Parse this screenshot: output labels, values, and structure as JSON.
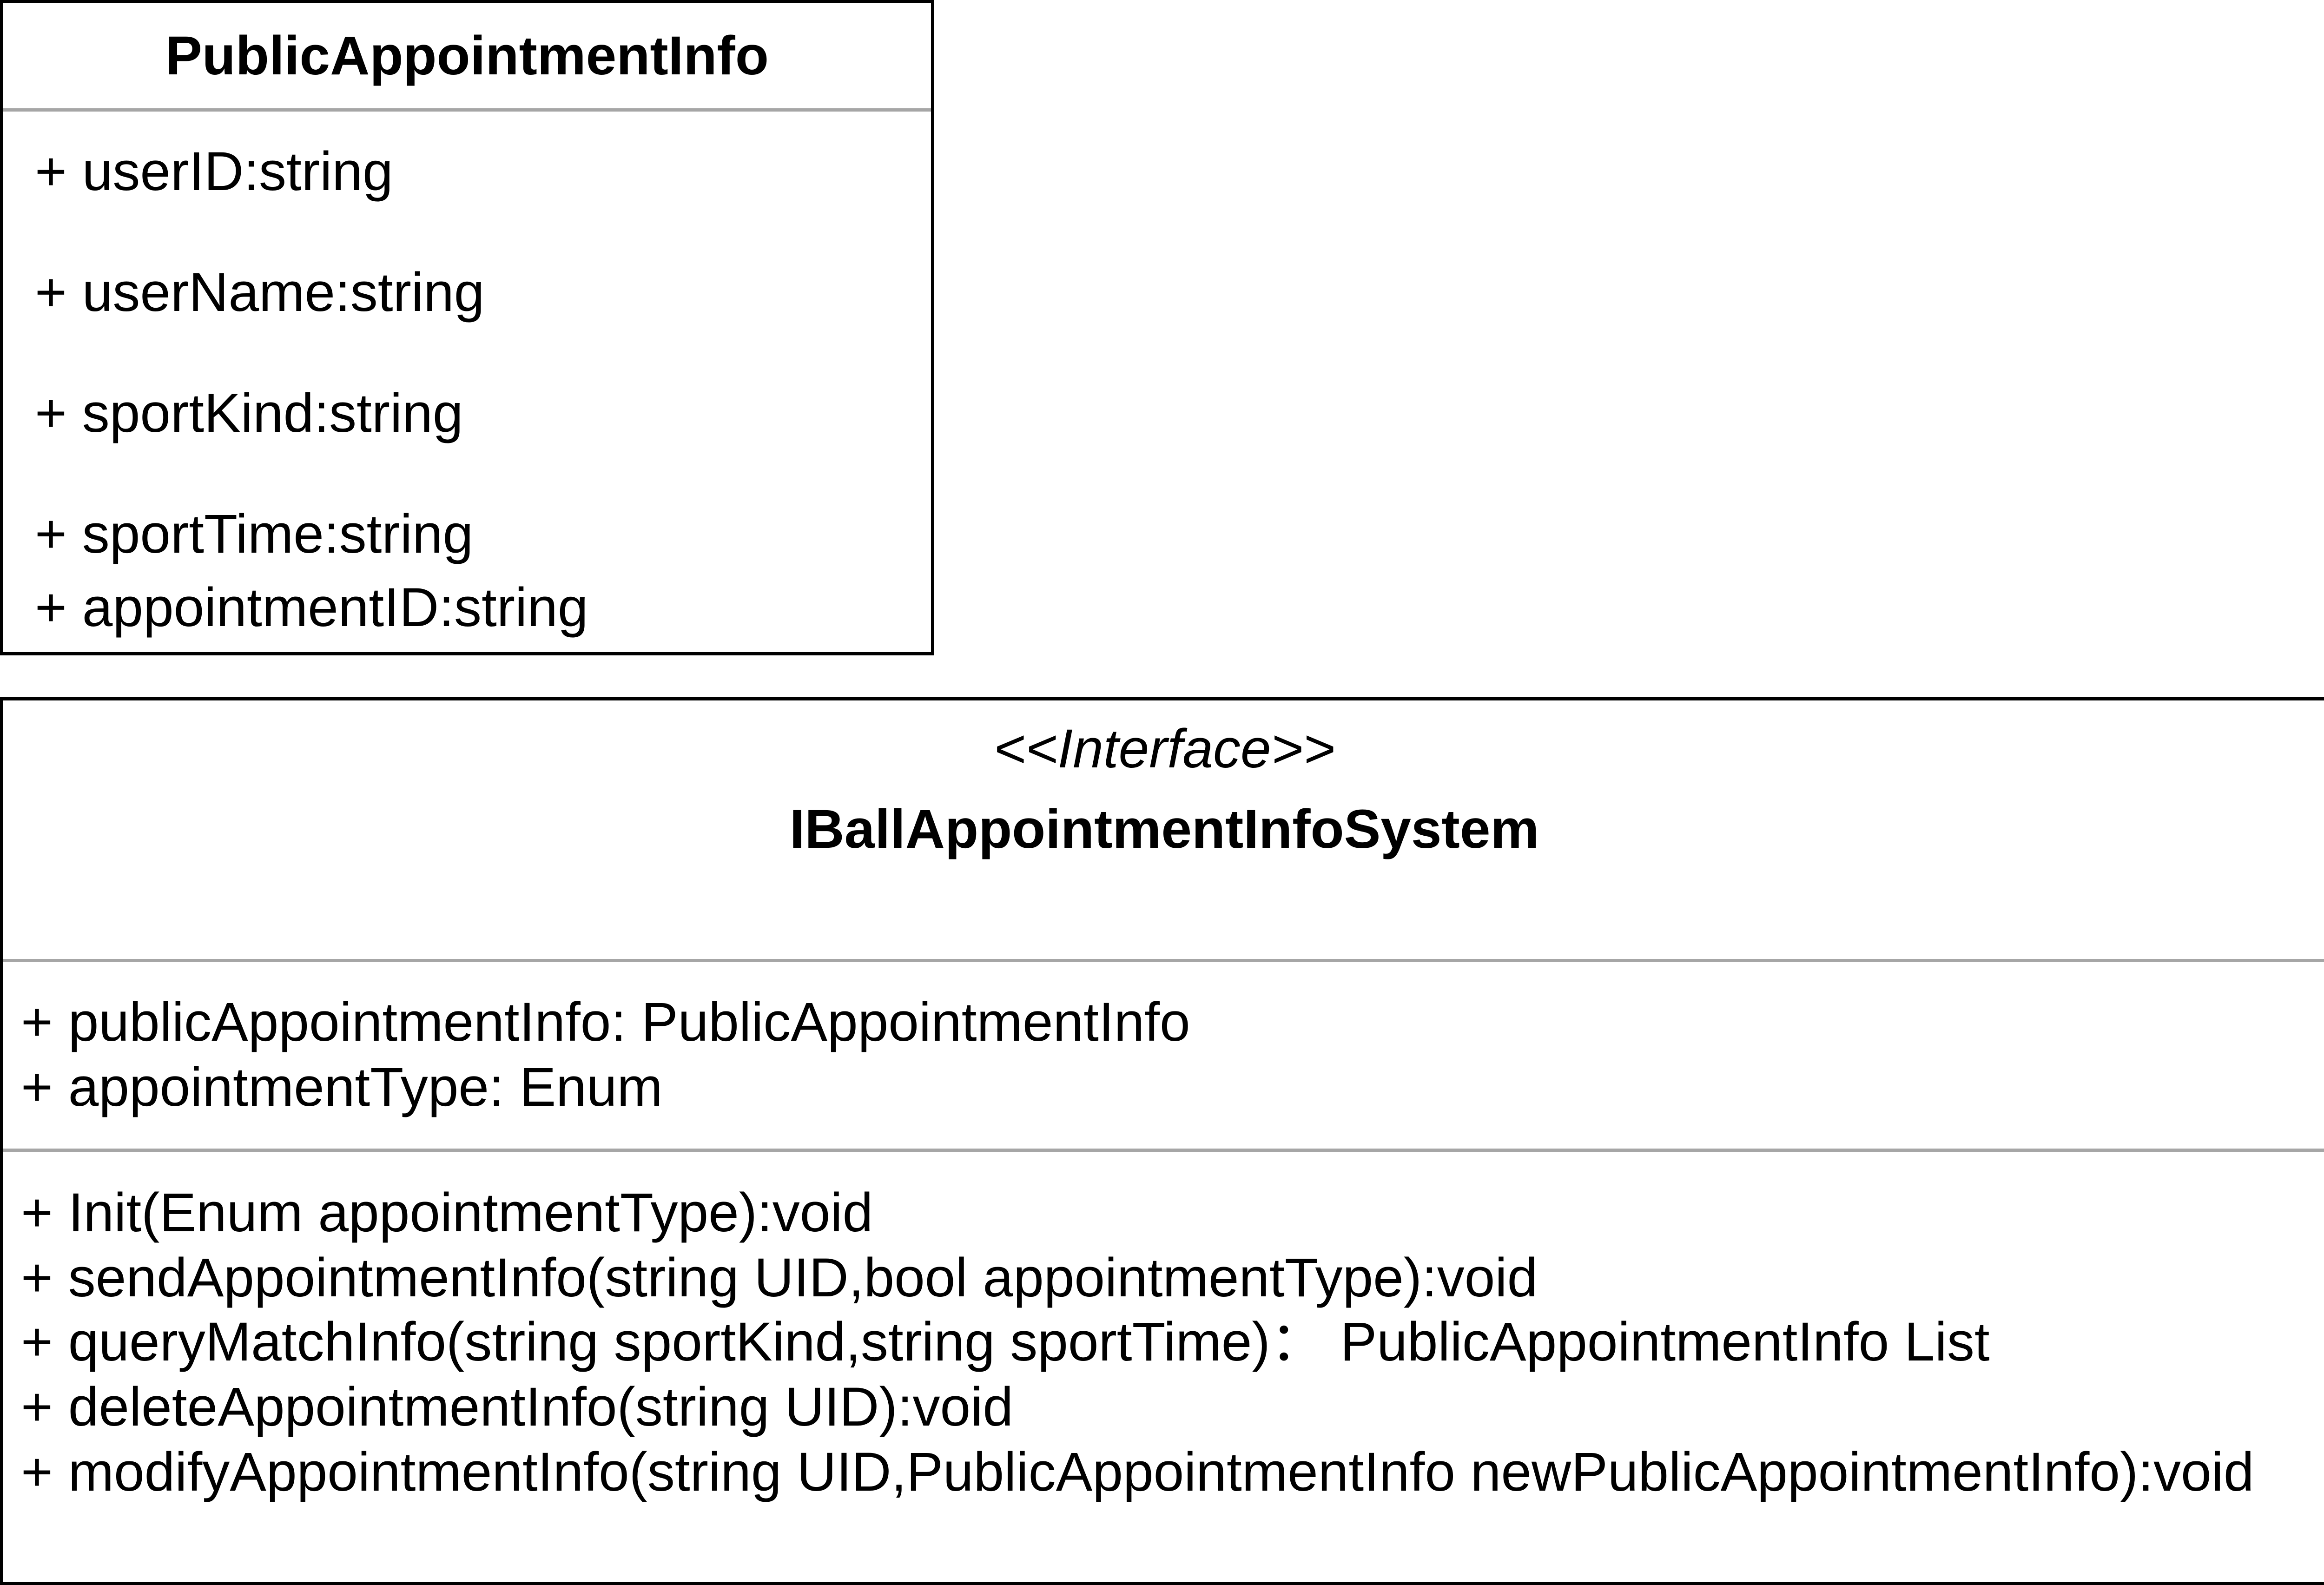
{
  "class_box": {
    "title": "PublicAppointmentInfo",
    "attributes": [
      "+ userID:string",
      "+ userName:string",
      "+ sportKind:string",
      "+ sportTime:string",
      "+ appointmentID:string"
    ]
  },
  "interface_box": {
    "stereotype": "<<Interface>>",
    "title": "IBallAppointmentInfoSystem",
    "attributes": [
      "+ publicAppointmentInfo: PublicAppointmentInfo",
      "+ appointmentType: Enum"
    ],
    "methods": [
      "+ Init(Enum appointmentType):void",
      "+ sendAppointmentInfo(string UID,bool appointmentType):void",
      "+ queryMatchInfo(string sportKind,string sportTime)：  PublicAppointmentInfo List",
      "+ deleteAppointmentInfo(string UID):void",
      "+ modifyAppointmentInfo(string UID,PublicAppointmentInfo newPublicAppointmentInfo):void"
    ]
  },
  "colors": {
    "border": "#000000",
    "divider": "#a6a6a6",
    "background": "#ffffff"
  }
}
